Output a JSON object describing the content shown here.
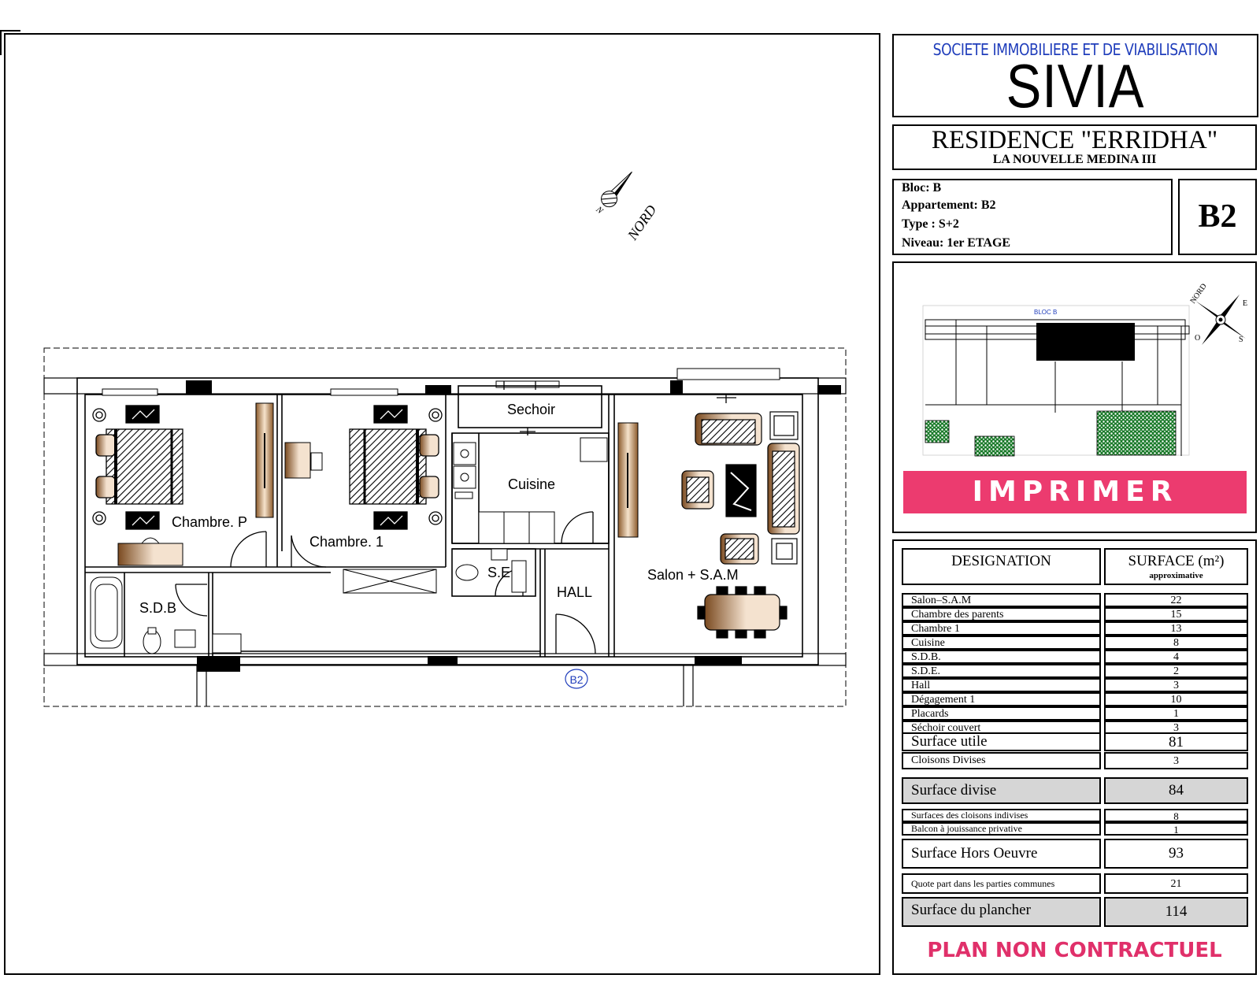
{
  "company": {
    "subtitle": "SOCIETE IMMOBILIERE ET DE VIABILISATION",
    "name": "SIVIA"
  },
  "residence": {
    "name": "RESIDENCE \"ERRIDHA\"",
    "city": "LA NOUVELLE MEDINA III"
  },
  "apartment_info": {
    "bloc": "Bloc: B",
    "appartement": "Appartement: B2",
    "type": "Type :  S+2",
    "niveau": "Niveau: 1er ETAGE",
    "code": "B2"
  },
  "situation": {
    "bloc_label": "BLOC B",
    "compass": {
      "n": "NORD",
      "e": "E",
      "s": "S",
      "o": "O"
    }
  },
  "print_button": "IMPRIMER",
  "plan": {
    "north_label": "NORD",
    "north_n": "N",
    "rooms": {
      "chambre_p": "Chambre. P",
      "chambre_1": "Chambre. 1",
      "sechoir": "Sechoir",
      "cuisine": "Cuisine",
      "se": "S.E",
      "sdb": "S.D.B",
      "hall": "HALL",
      "salon": "Salon + S.A.M"
    },
    "unit_tag": "B2"
  },
  "areas": {
    "header_designation": "DESIGNATION",
    "header_surface": "SURFACE (m²)",
    "header_surface_note": "approximative",
    "rows": [
      {
        "label": "Salon–S.A.M",
        "value": "22"
      },
      {
        "label": "Chambre  des  parents",
        "value": "15"
      },
      {
        "label": "Chambre 1",
        "value": "13"
      },
      {
        "label": "Cuisine",
        "value": "8"
      },
      {
        "label": "S.D.B.",
        "value": "4"
      },
      {
        "label": "S.D.E.",
        "value": "2"
      },
      {
        "label": "Hall",
        "value": "3"
      },
      {
        "label": "Dégagement 1",
        "value": "10"
      },
      {
        "label": "Placards",
        "value": "1"
      },
      {
        "label": "Séchoir couvert",
        "value": "3"
      }
    ],
    "surface_utile": {
      "label": "Surface utile",
      "value": "81"
    },
    "cloisons_divises": {
      "label": "Cloisons Divises",
      "value": "3"
    },
    "surface_divise": {
      "label": "Surface divise",
      "value": "84"
    },
    "cloisons_indivises": {
      "label": "Surfaces des cloisons indivises",
      "value": "8"
    },
    "balcon": {
      "label": "Balcon à jouissance privative",
      "value": "1"
    },
    "hors_oeuvre": {
      "label": "Surface Hors Oeuvre",
      "value": "93"
    },
    "quote_part": {
      "label": "Quote part dans les parties communes",
      "value": "21"
    },
    "plancher": {
      "label": "Surface du plancher",
      "value": "114"
    },
    "disclaimer": "PLAN NON CONTRACTUEL"
  }
}
